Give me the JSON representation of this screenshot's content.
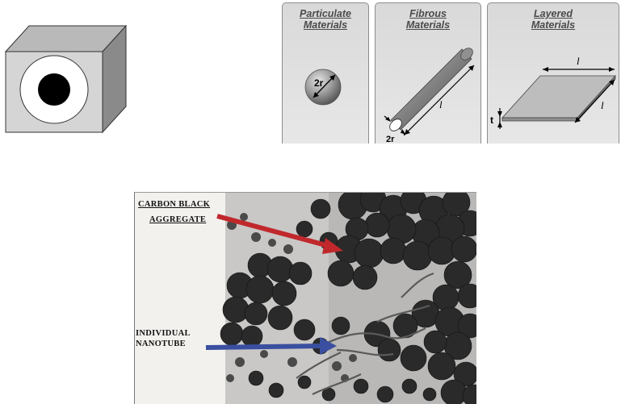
{
  "panels": {
    "particulate": {
      "title_line1": "Particulate",
      "title_line2": "Materials",
      "dimension": "2r"
    },
    "fibrous": {
      "title_line1": "Fibrous",
      "title_line2": "Materials",
      "diameter": "2r",
      "length": "l"
    },
    "layered": {
      "title_line1": "Layered",
      "title_line2": "Materials",
      "length_top": "l",
      "length_side": "l",
      "thickness": "t"
    }
  },
  "micrograph": {
    "label_carbon_line1": "CARBON BLACK",
    "label_carbon_line2": "AGGREGATE",
    "label_nanotube_line1": "INDIVIDUAL",
    "label_nanotube_line2": "NANOTUBE",
    "arrow_carbon_color": "#c0282c",
    "arrow_nanotube_color": "#3a4fa0"
  }
}
